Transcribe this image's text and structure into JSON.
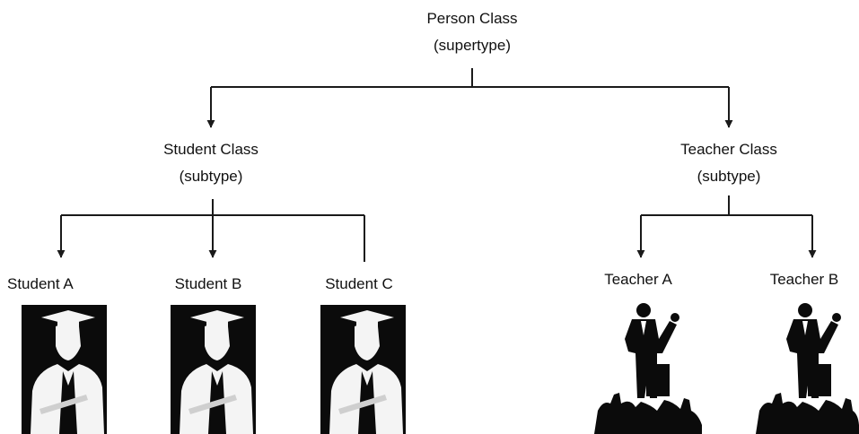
{
  "root": {
    "title": "Person Class",
    "subtitle": "(supertype)"
  },
  "student_class": {
    "title": "Student Class",
    "subtitle": "(subtype)",
    "members": [
      "Student A",
      "Student B",
      "Student C"
    ],
    "picture": "graduate-silhouette-icon"
  },
  "teacher_class": {
    "title": "Teacher Class",
    "subtitle": "(subtype)",
    "members": [
      "Teacher A",
      "Teacher B"
    ],
    "picture": "teacher-lecturing-silhouette-icon"
  },
  "colors": {
    "line": "#1a1a1a",
    "ink": "#111111",
    "background": "#ffffff"
  }
}
